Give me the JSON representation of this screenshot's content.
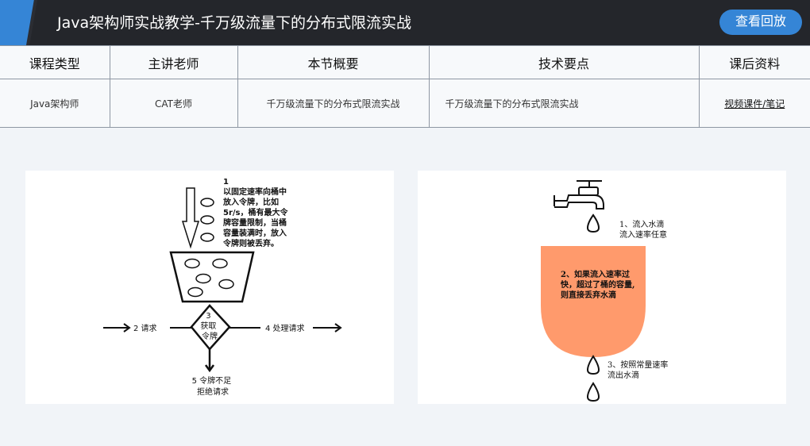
{
  "header": {
    "title": "Java架构师实战教学-千万级流量下的分布式限流实战",
    "replay_label": "查看回放",
    "colors": {
      "accent": "#3585d6",
      "bar": "#24262b"
    }
  },
  "course_table": {
    "headers": [
      "课程类型",
      "主讲老师",
      "本节概要",
      "技术要点",
      "课后资料"
    ],
    "row": {
      "type": "Java架构师",
      "teacher": "CAT老师",
      "summary": "千万级流量下的分布式限流实战",
      "tech_points": "千万级流量下的分布式限流实战",
      "materials": "视频课件/笔记"
    }
  },
  "token_bucket_diagram": {
    "step1": [
      "1",
      "以固定速率向桶中",
      "放入令牌，比如",
      "5r/s，桶有最大令",
      "牌容量限制，当桶",
      "容量装满时，放入",
      "令牌则被丢弃。"
    ],
    "step2": "2 请求",
    "step3": [
      "3",
      "获取",
      "令牌"
    ],
    "step4": "4 处理请求",
    "step5": [
      "5 令牌不足",
      "拒绝请求"
    ]
  },
  "leaky_bucket_diagram": {
    "step1": [
      "1、流入水滴",
      "流入速率任意"
    ],
    "step2": [
      "2、如果流入速率过",
      "快，超过了桶的容量,",
      "则直接丢弃水滴"
    ],
    "step3": [
      "3、按照常量速率",
      "流出水滴"
    ],
    "bucket_color": "#ff9a6c"
  }
}
